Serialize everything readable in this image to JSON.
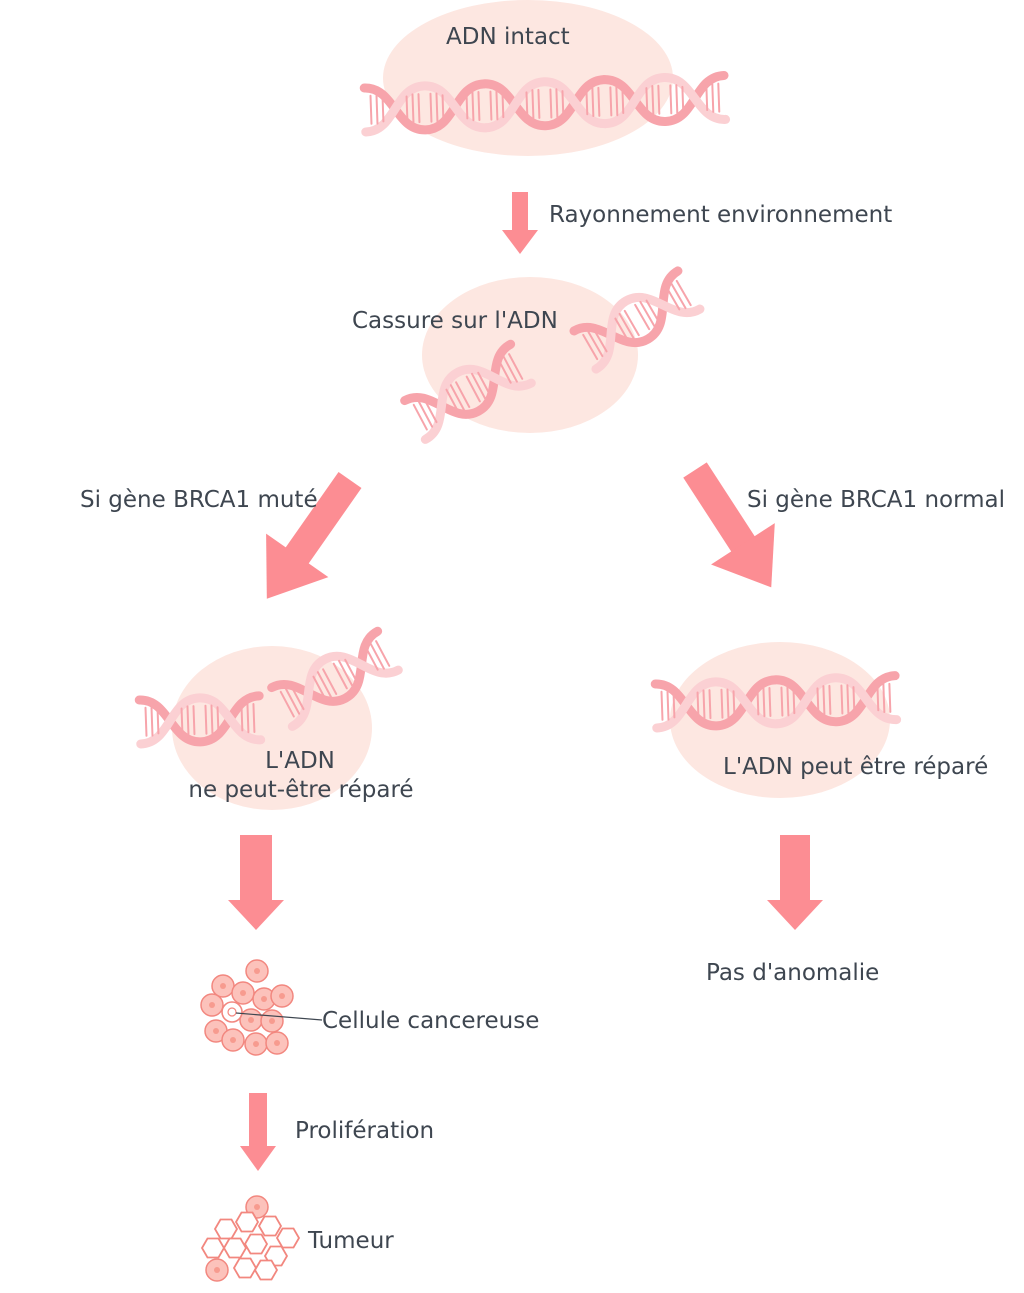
{
  "colors": {
    "arrow": "#fc8d93",
    "blob": "#fde7e1",
    "strand": "#f7a4ab",
    "strand_light": "#fbd0d3",
    "cell_fill": "#fcc2bb",
    "cell_stroke": "#f2877f",
    "cell_nucleus": "#f79b8f",
    "text": "#3e4650"
  },
  "labels": {
    "intact": "ADN intact",
    "radiation": "Rayonnement environnement",
    "break": "Cassure sur l'ADN",
    "mutated": "Si gène BRCA1 muté",
    "normal": "Si gène BRCA1 normal",
    "not_repaired_1": "L'ADN",
    "not_repaired_2": "ne peut-être réparé",
    "repaired": "L'ADN peut être réparé",
    "no_anomaly": "Pas d'anomalie",
    "cancer_cell": "Cellule cancereuse",
    "proliferation": "Prolifération",
    "tumor": "Tumeur"
  }
}
